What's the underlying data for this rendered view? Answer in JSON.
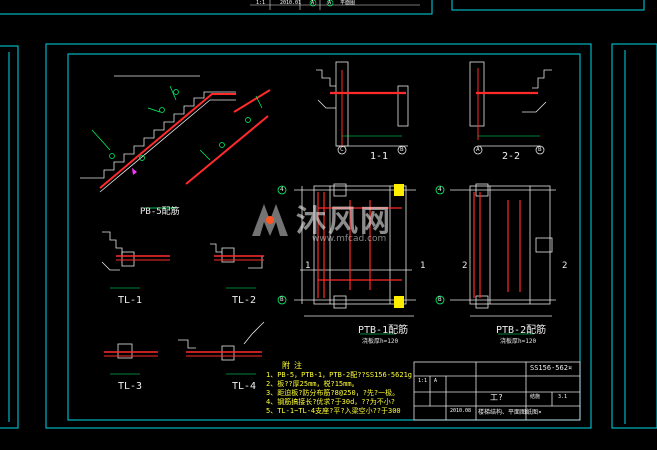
{
  "colors": {
    "background": "#000000",
    "border": "#00d7e8",
    "rebar": "#ff2a2a",
    "structure": "#e6e6e6",
    "dimension": "#00ff66",
    "note_text": "#ffff33",
    "highlight": "#ffee00",
    "magenta": "#ff33ff"
  },
  "top_strip": {
    "cells": [
      "1:1",
      "2010.01",
      "A",
      "A"
    ],
    "title_fragment": "平面图"
  },
  "drawings": {
    "pb5_title": "PB-5配筋",
    "section_1_1": "1-1",
    "section_2_2": "2-2",
    "ptb1_title": "PTB-1配筋",
    "ptb1_sub": "浇板厚h=120",
    "ptb2_title": "PTB-2配筋",
    "ptb2_sub": "浇板厚h=120",
    "tl1": "TL-1",
    "tl2": "TL-2",
    "tl3": "TL-3",
    "tl4": "TL-4",
    "axis_4": "4",
    "axis_b": "B",
    "axis_a": "A",
    "axis_c": "C",
    "mark_1": "1",
    "mark_2": "2"
  },
  "notes": {
    "heading": "附注",
    "lines": [
      "1、PB-5，PTB-1，PTB-2配??SS156-5621g",
      "2、板??厚25mm，棁?15mm。",
      "3、距迫板?防分布筋?8@250，?先?一极。",
      "4、钢筋搞接长?优求?于30d，??为不小?",
      "5、TL-1~TL-4支座?平?入梁空小??于300"
    ]
  },
  "title_block": {
    "drawing_no": "SS156-562¤",
    "project_label": "工?",
    "drawing_title": "楼梯结构、平面图纸图¤",
    "cell_scale": "1:1",
    "cell_date": "2010.08",
    "cell_a": "A",
    "cell_b": "结施",
    "cell_sheet": "3.1"
  },
  "watermark": {
    "text": "沐风网",
    "url": "www.mfcad.com"
  }
}
